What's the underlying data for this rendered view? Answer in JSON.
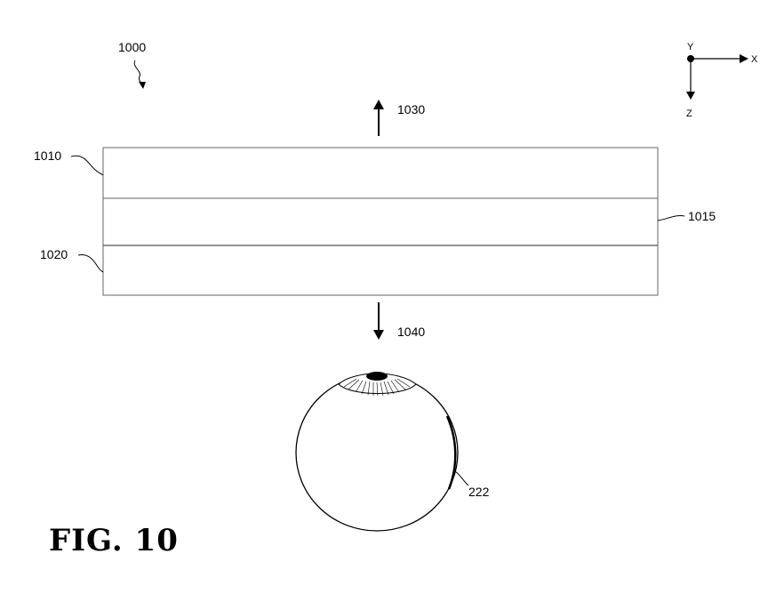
{
  "figure": {
    "title": "FIG. 10",
    "ref_main": "1000",
    "ref_layer_top": "1010",
    "ref_layer_side": "1015",
    "ref_layer_bottom": "1020",
    "ref_arrow_up": "1030",
    "ref_arrow_down": "1040",
    "ref_eye": "222"
  },
  "axes": {
    "y": "Y",
    "x": "X",
    "z": "Z"
  }
}
